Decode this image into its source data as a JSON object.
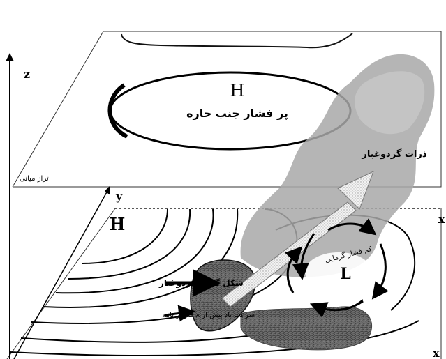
{
  "axes": {
    "z": "z",
    "y": "y",
    "x_upper": "x",
    "x_lower": "x"
  },
  "upper_plane": {
    "level_label": "تراز میانی",
    "high_letter": "H",
    "high_text": "پر فشار جنب حاره",
    "dust_label": "ذرات گردوغبار"
  },
  "lower_plane": {
    "high_letter": "H",
    "low_letter": "L",
    "thermal_low_label": "کم فشار گرمایی",
    "dust_formation_label": "شکل گیری گردوغبار",
    "wind_speed_label": "سرعت باد بیش از ۸ متر بر ثانیه"
  }
}
